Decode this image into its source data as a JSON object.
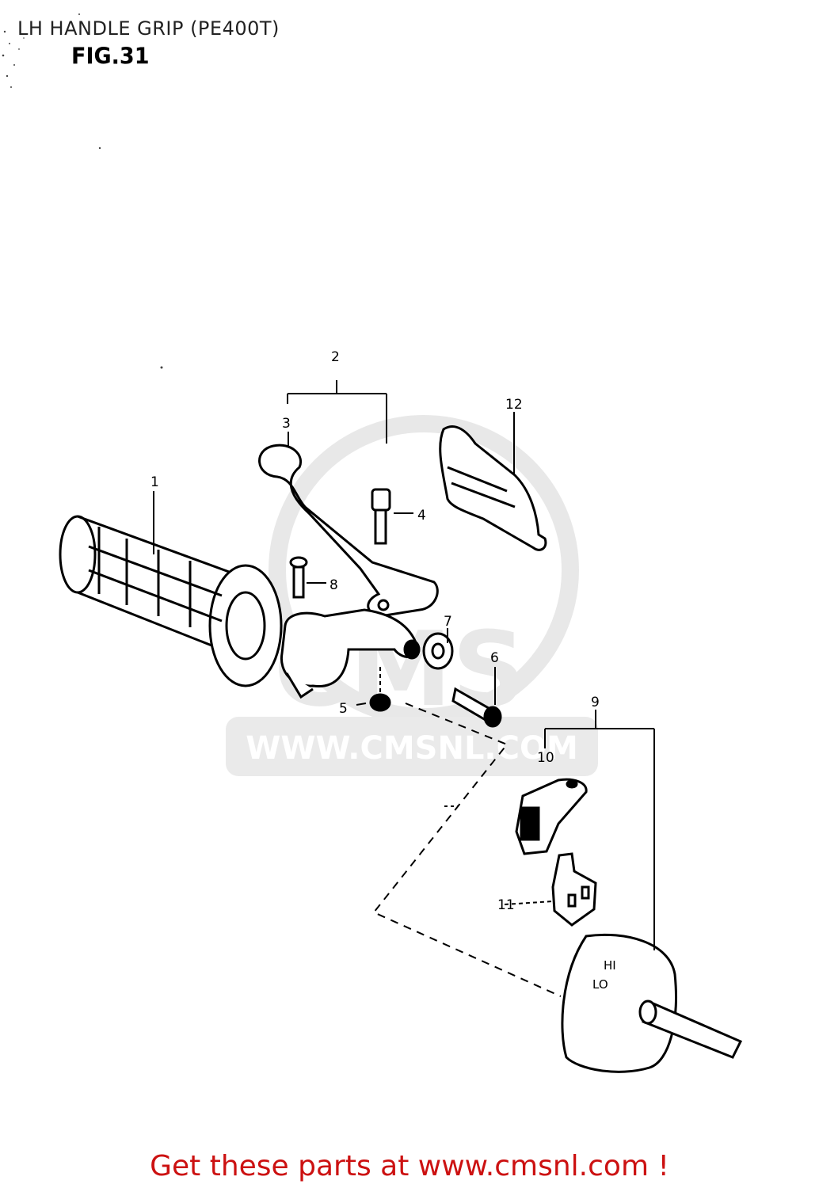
{
  "page": {
    "title": "LH HANDLE GRIP (PE400T)",
    "figure_label": "FIG.31",
    "footer_text": "Get these parts at www.cmsnl.com !"
  },
  "watermark": {
    "brand": "CMS",
    "url": "WWW.CMSNL.COM"
  },
  "callouts": [
    {
      "id": "1",
      "label": "1"
    },
    {
      "id": "2",
      "label": "2"
    },
    {
      "id": "3",
      "label": "3"
    },
    {
      "id": "4",
      "label": "4"
    },
    {
      "id": "5",
      "label": "5"
    },
    {
      "id": "6",
      "label": "6"
    },
    {
      "id": "7",
      "label": "7"
    },
    {
      "id": "8",
      "label": "8"
    },
    {
      "id": "9",
      "label": "9"
    },
    {
      "id": "10",
      "label": "10"
    },
    {
      "id": "11",
      "label": "11"
    },
    {
      "id": "12",
      "label": "12"
    }
  ],
  "switch_marks": {
    "hi": "HI",
    "lo": "LO"
  },
  "colors": {
    "footer": "#cc1111",
    "line": "#000000",
    "watermark": "#e3e3e3"
  }
}
